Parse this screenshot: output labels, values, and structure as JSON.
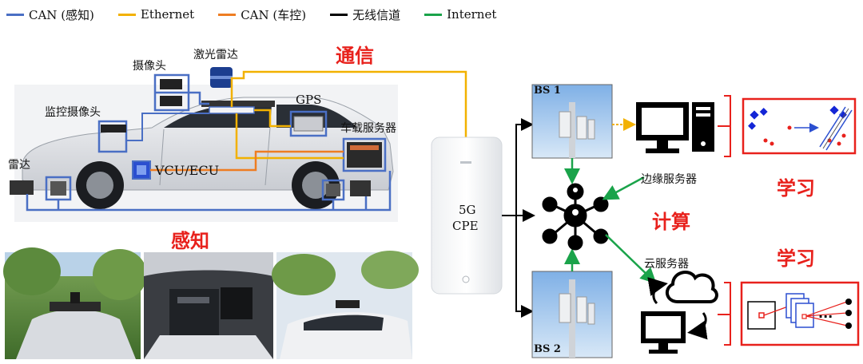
{
  "legend": [
    {
      "label": "CAN (感知)",
      "color": "#4a6fc4"
    },
    {
      "label": "Ethernet",
      "color": "#f2b100"
    },
    {
      "label": "CAN (车控)",
      "color": "#ee7d22"
    },
    {
      "label": "无线信道",
      "color": "#000000"
    },
    {
      "label": "Internet",
      "color": "#1aa34a"
    }
  ],
  "sections": {
    "communication": "通信",
    "perception": "感知",
    "computing": "计算",
    "learning_top": "学习",
    "learning_bottom": "学习"
  },
  "vehicle_labels": {
    "lidar": "激光雷达",
    "camera": "摄像头",
    "gps": "GPS",
    "monitor_camera": "监控摄像头",
    "onboard_server": "车载服务器",
    "radar": "雷达",
    "vcu_ecu": "VCU/ECU"
  },
  "cpe": {
    "line1": "5G",
    "line2": "CPE"
  },
  "base_stations": {
    "bs1": "BS 1",
    "bs2": "BS 2"
  },
  "servers": {
    "edge": "边缘服务器",
    "cloud": "云服务器"
  }
}
